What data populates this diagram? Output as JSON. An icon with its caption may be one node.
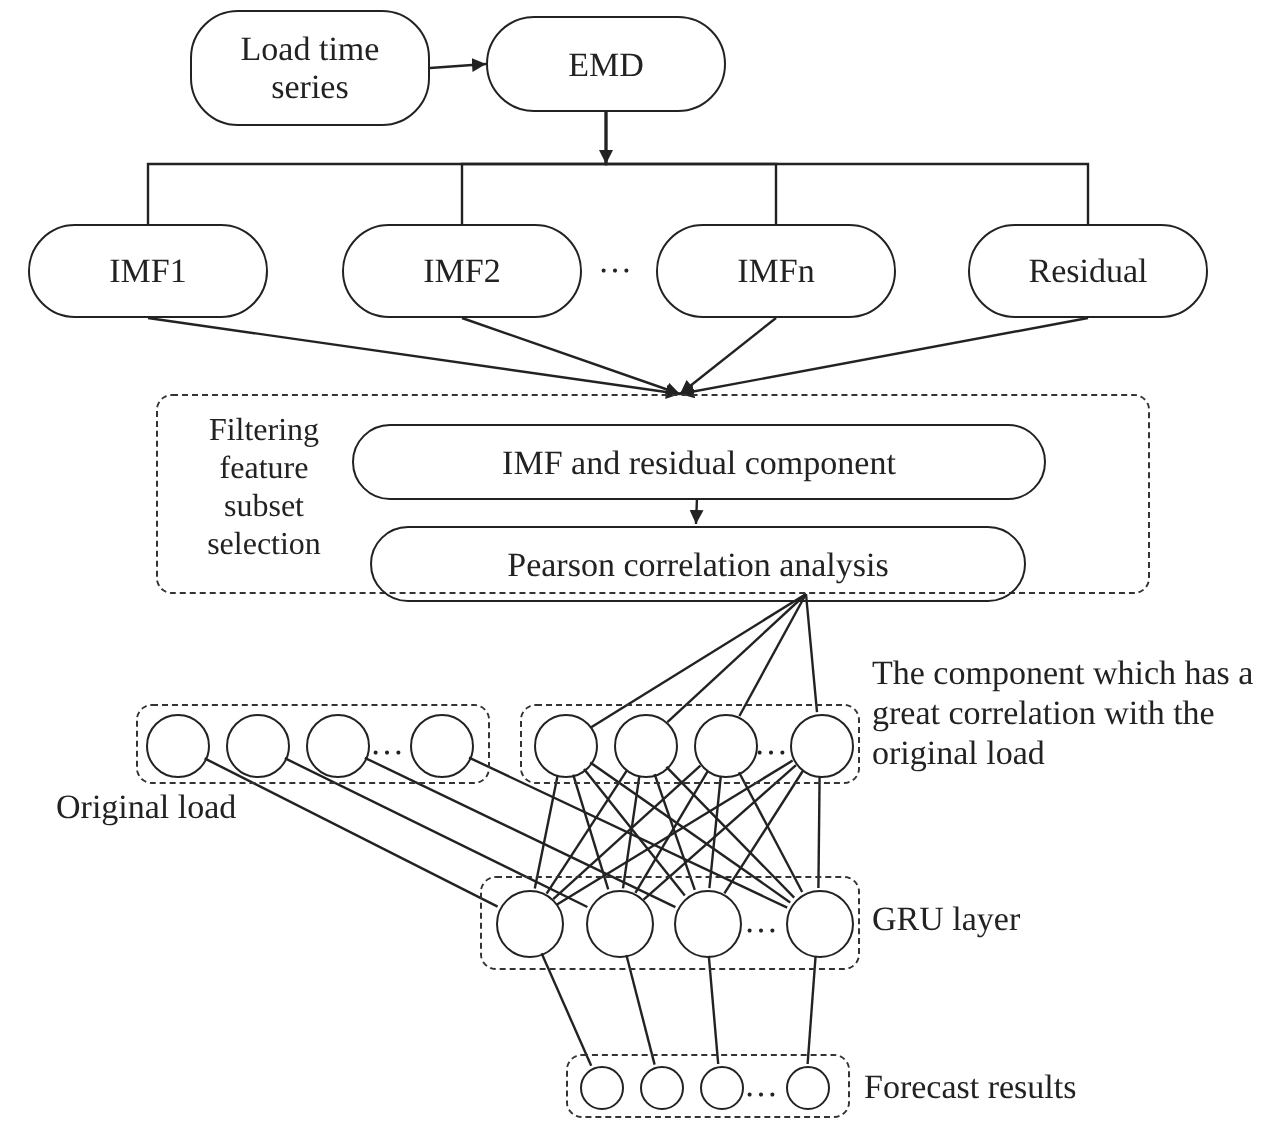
{
  "diagram": {
    "nodes": [
      {
        "text": [
          "Load time series"
        ]
      },
      {
        "text": [
          "EMD"
        ]
      },
      {
        "text": [
          "IMF1"
        ]
      },
      {
        "text": [
          "IMF2"
        ]
      },
      {
        "text": [
          "IMFn"
        ]
      },
      {
        "text": [
          "Residual"
        ]
      },
      {
        "text": [
          "Filtering feature subset selection"
        ]
      },
      {
        "text": [
          "IMF and residual component"
        ],
        "in": 6
      },
      {
        "text": [
          "Pearson correlation analysis"
        ],
        "in": 6
      },
      {
        "text": [],
        "shape": "box",
        "beside": [
          "Original load"
        ]
      },
      {
        "text": [],
        "shape": "circle",
        "in": 9
      },
      {
        "text": [],
        "shape": "circle",
        "in": 9
      },
      {
        "text": [],
        "shape": "circle",
        "in": 9
      },
      {
        "text": [],
        "shape": "circle",
        "in": 9
      },
      {
        "text": [],
        "shape": "box",
        "beside": [
          "The component which has a great correlation with the original load"
        ]
      },
      {
        "text": [],
        "shape": "circle",
        "in": 14
      },
      {
        "text": [],
        "shape": "circle",
        "in": 14
      },
      {
        "text": [],
        "shape": "circle",
        "in": 14
      },
      {
        "text": [],
        "shape": "circle",
        "in": 14
      },
      {
        "text": [],
        "shape": "box",
        "beside": [
          "GRU layer"
        ]
      },
      {
        "text": [],
        "shape": "circle",
        "in": 19
      },
      {
        "text": [],
        "shape": "circle",
        "in": 19
      },
      {
        "text": [],
        "shape": "circle",
        "in": 19
      },
      {
        "text": [],
        "shape": "circle",
        "in": 19
      },
      {
        "text": [],
        "shape": "box",
        "beside": [
          "Forecast results"
        ]
      },
      {
        "text": [],
        "shape": "circle",
        "in": 24
      },
      {
        "text": [],
        "shape": "circle",
        "in": 24
      },
      {
        "text": [],
        "shape": "circle",
        "in": 24
      },
      {
        "text": [],
        "shape": "circle",
        "in": 24
      }
    ],
    "edges": [
      {
        "from": 0,
        "to": 1,
        "arrow": "to"
      },
      {
        "from": 1,
        "to": null,
        "arrow": "to"
      },
      {
        "from": 1,
        "to": 2,
        "arrow": "none"
      },
      {
        "from": 1,
        "to": 3,
        "arrow": "none"
      },
      {
        "from": 1,
        "to": 4,
        "arrow": "none"
      },
      {
        "from": 1,
        "to": 5,
        "arrow": "none"
      },
      {
        "from": 2,
        "to": 6,
        "arrow": "to"
      },
      {
        "from": 3,
        "to": 6,
        "arrow": "to"
      },
      {
        "from": 4,
        "to": 6,
        "arrow": "to"
      },
      {
        "from": 5,
        "to": 6,
        "arrow": "to"
      },
      {
        "from": 7,
        "to": 8,
        "arrow": "to"
      },
      {
        "from": 6,
        "to": 15,
        "arrow": "none"
      },
      {
        "from": 6,
        "to": 16,
        "arrow": "none"
      },
      {
        "from": 6,
        "to": 17,
        "arrow": "none"
      },
      {
        "from": 6,
        "to": 18,
        "arrow": "none"
      },
      {
        "from": 10,
        "to": 20,
        "arrow": "none"
      },
      {
        "from": 11,
        "to": 21,
        "arrow": "none"
      },
      {
        "from": 12,
        "to": 22,
        "arrow": "none"
      },
      {
        "from": 13,
        "to": 23,
        "arrow": "none"
      },
      {
        "from": 15,
        "to": 20,
        "arrow": "none"
      },
      {
        "from": 15,
        "to": 21,
        "arrow": "none"
      },
      {
        "from": 15,
        "to": 22,
        "arrow": "none"
      },
      {
        "from": 15,
        "to": 23,
        "arrow": "none"
      },
      {
        "from": 16,
        "to": 20,
        "arrow": "none"
      },
      {
        "from": 16,
        "to": 21,
        "arrow": "none"
      },
      {
        "from": 16,
        "to": 22,
        "arrow": "none"
      },
      {
        "from": 16,
        "to": 23,
        "arrow": "none"
      },
      {
        "from": 17,
        "to": 20,
        "arrow": "none"
      },
      {
        "from": 17,
        "to": 21,
        "arrow": "none"
      },
      {
        "from": 17,
        "to": 22,
        "arrow": "none"
      },
      {
        "from": 17,
        "to": 23,
        "arrow": "none"
      },
      {
        "from": 18,
        "to": 20,
        "arrow": "none"
      },
      {
        "from": 18,
        "to": 21,
        "arrow": "none"
      },
      {
        "from": 18,
        "to": 22,
        "arrow": "none"
      },
      {
        "from": 18,
        "to": 23,
        "arrow": "none"
      },
      {
        "from": 20,
        "to": 25,
        "arrow": "none"
      },
      {
        "from": 21,
        "to": 26,
        "arrow": "none"
      },
      {
        "from": 22,
        "to": 27,
        "arrow": "none"
      },
      {
        "from": 23,
        "to": 28,
        "arrow": "none"
      }
    ],
    "labels": [
      "…",
      "…",
      "…",
      "…",
      "…"
    ]
  }
}
